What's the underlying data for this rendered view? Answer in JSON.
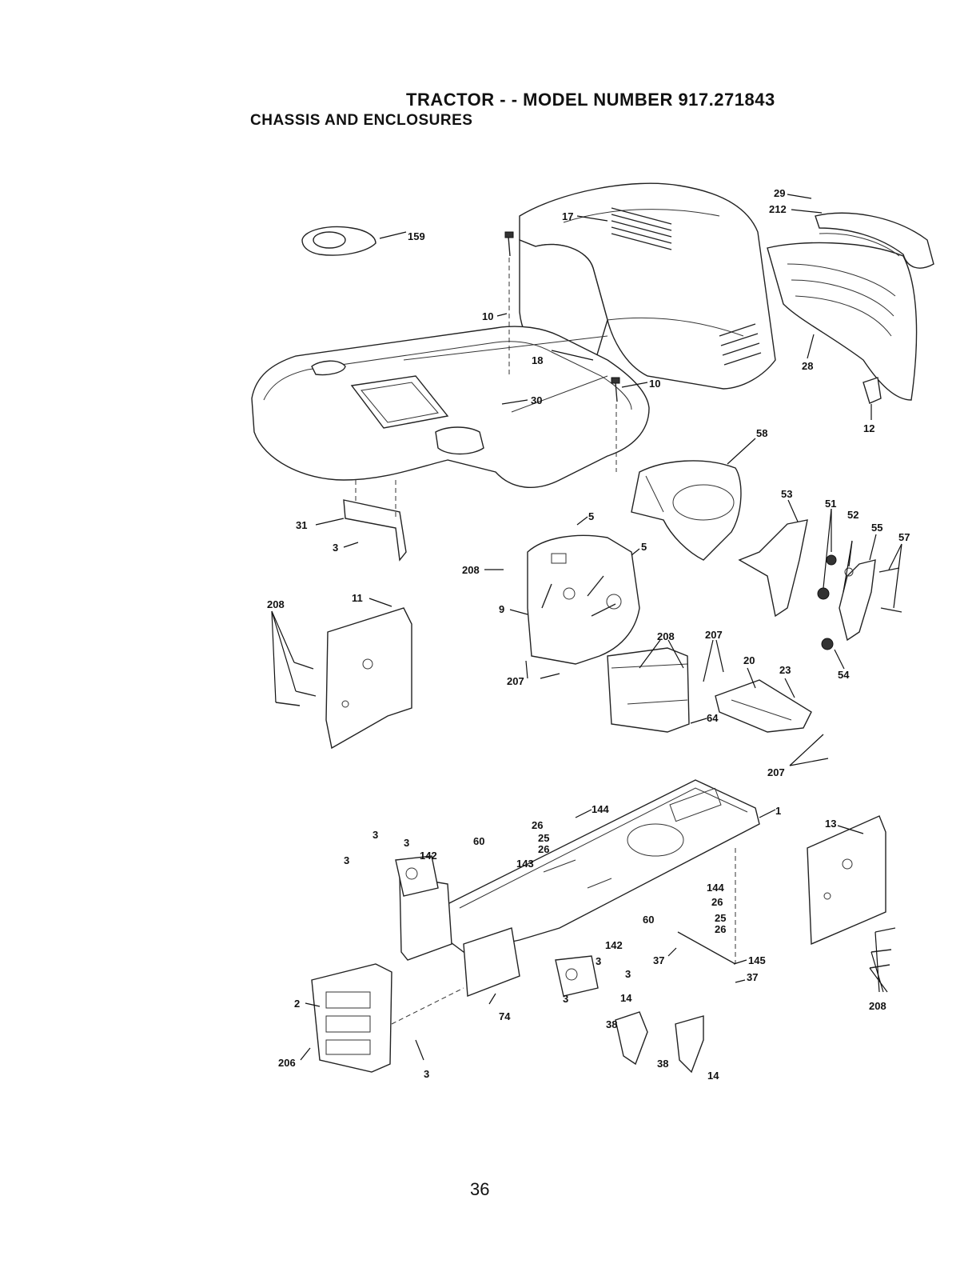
{
  "header": {
    "title": "TRACTOR - - MODEL NUMBER 917.271843",
    "subtitle": "CHASSIS AND ENCLOSURES"
  },
  "footer": {
    "page_number": "36"
  },
  "callouts": {
    "c29": "29",
    "c212": "212",
    "c17": "17",
    "c159": "159",
    "c10a": "10",
    "c10b": "10",
    "c18": "18",
    "c28": "28",
    "c30": "30",
    "c12": "12",
    "c58": "58",
    "c53": "53",
    "c51": "51",
    "c52": "52",
    "c55": "55",
    "c57": "57",
    "c31": "31",
    "c3a": "3",
    "c5a": "5",
    "c5b": "5",
    "c208a": "208",
    "c9": "9",
    "c208b": "208",
    "c11": "11",
    "c208c": "208",
    "c207a": "207",
    "c207b": "207",
    "c20": "20",
    "c23": "23",
    "c54": "54",
    "c64": "64",
    "c207c": "207",
    "c1": "1",
    "c144a": "144",
    "c26a": "26",
    "c25a": "25",
    "c26b": "26",
    "c13": "13",
    "c3b": "3",
    "c3c": "3",
    "c3d": "3",
    "c142a": "142",
    "c60a": "60",
    "c143": "143",
    "c144b": "144",
    "c26c": "26",
    "c60b": "60",
    "c25b": "25",
    "c26d": "26",
    "c142b": "142",
    "c3e": "3",
    "c3f": "3",
    "c3g": "3",
    "c37a": "37",
    "c145": "145",
    "c37b": "37",
    "c208d": "208",
    "c2": "2",
    "c74": "74",
    "c14a": "14",
    "c38a": "38",
    "c206": "206",
    "c3h": "3",
    "c38b": "38",
    "c14b": "14"
  }
}
